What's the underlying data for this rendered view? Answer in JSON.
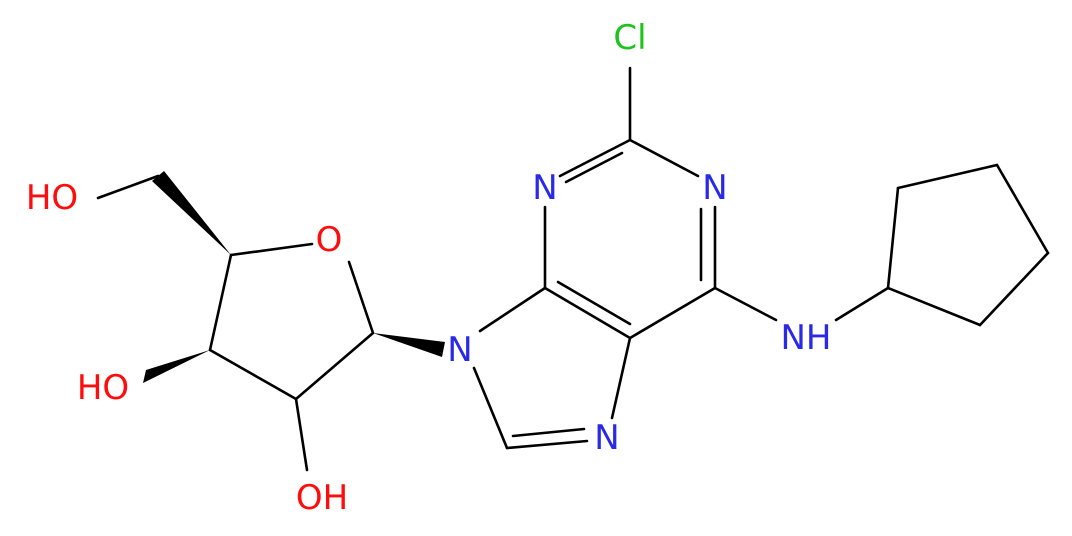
{
  "molecule": {
    "atoms": {
      "cl": {
        "text": "Cl",
        "color": "#1fc31f"
      },
      "n1": {
        "text": "N",
        "color": "#2a2ae6"
      },
      "n3": {
        "text": "N",
        "color": "#2a2ae6"
      },
      "nh": {
        "text": "NH",
        "color": "#2a2ae6"
      },
      "n9": {
        "text": "N",
        "color": "#2a2ae6"
      },
      "n7": {
        "text": "N",
        "color": "#2a2ae6"
      },
      "o_ring": {
        "text": "O",
        "color": "#ff0d0d"
      },
      "ho_ch2": {
        "text": "HO",
        "color": "#ff0d0d"
      },
      "ho_c3": {
        "text": "HO",
        "color": "#ff0d0d"
      },
      "oh_c2": {
        "text": "OH",
        "color": "#ff0d0d"
      }
    }
  }
}
